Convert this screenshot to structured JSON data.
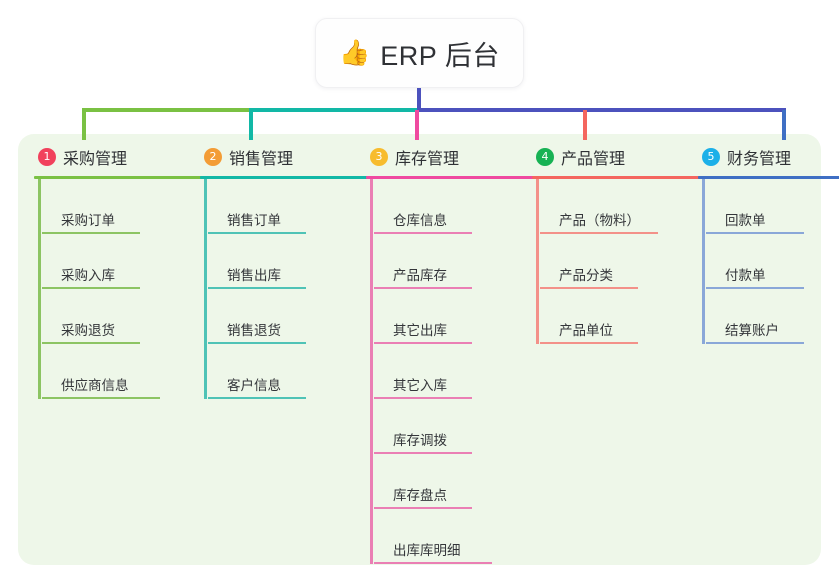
{
  "root": {
    "icon": "thumbs-up-icon",
    "emoji": "👍",
    "title": "ERP 后台"
  },
  "colors": {
    "panel_bg": "#eef7e9",
    "root_stem": "#4c52bd",
    "bus_green": "#7ac143",
    "bus_teal": "#12b8a6",
    "bus_indigo": "#4c52bd",
    "drop_pink": "#ef4aa0",
    "drop_red": "#f4665f",
    "drop_blue": "#3f6fc4"
  },
  "columns": [
    {
      "index": "1",
      "badge_color": "#f1415c",
      "rule_color": "#7ac143",
      "line_color": "#8cc463",
      "title": "采购管理",
      "items": [
        "采购订单",
        "采购入库",
        "采购退货",
        "供应商信息"
      ]
    },
    {
      "index": "2",
      "badge_color": "#f39c35",
      "rule_color": "#12b8a6",
      "line_color": "#4fc3b6",
      "title": "销售管理",
      "items": [
        "销售订单",
        "销售出库",
        "销售退货",
        "客户信息"
      ]
    },
    {
      "index": "3",
      "badge_color": "#f7bc2e",
      "rule_color": "#ef4aa0",
      "line_color": "#ea7fb4",
      "title": "库存管理",
      "items": [
        "仓库信息",
        "产品库存",
        "其它出库",
        "其它入库",
        "库存调拨",
        "库存盘点",
        "出库库明细"
      ]
    },
    {
      "index": "4",
      "badge_color": "#17b254",
      "rule_color": "#f4665f",
      "line_color": "#f39189",
      "title": "产品管理",
      "items": [
        "产品（物料）",
        "产品分类",
        "产品单位"
      ]
    },
    {
      "index": "5",
      "badge_color": "#1cb0e8",
      "rule_color": "#3f6fc4",
      "line_color": "#8aa7d8",
      "title": "财务管理",
      "items": [
        "回款单",
        "付款单",
        "结算账户"
      ]
    }
  ]
}
